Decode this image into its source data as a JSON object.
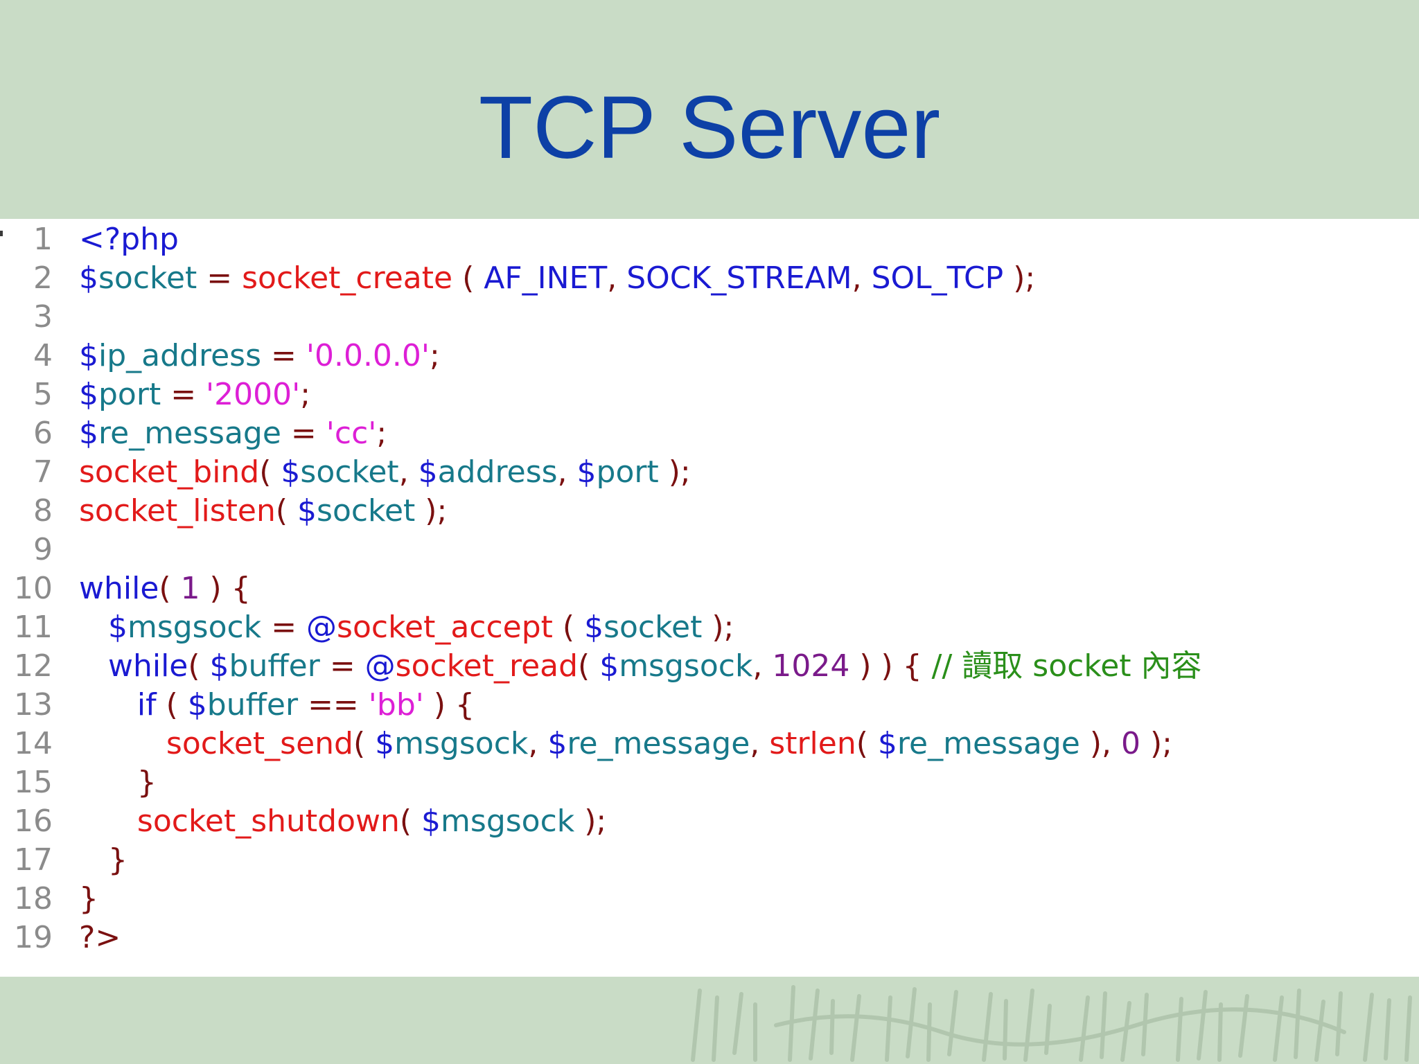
{
  "slide": {
    "title": "TCP Server"
  },
  "code": {
    "language": "php",
    "lines": [
      {
        "n": "1",
        "tokens": [
          {
            "t": "<?php",
            "c": "kw"
          }
        ]
      },
      {
        "n": "2",
        "tokens": [
          {
            "t": "$",
            "c": "kw"
          },
          {
            "t": "socket",
            "c": "varn"
          },
          {
            "t": " = ",
            "c": "pun"
          },
          {
            "t": "socket_create",
            "c": "fn"
          },
          {
            "t": " ( ",
            "c": "pun"
          },
          {
            "t": "AF_INET",
            "c": "kw"
          },
          {
            "t": ", ",
            "c": "pun"
          },
          {
            "t": "SOCK_STREAM",
            "c": "kw"
          },
          {
            "t": ", ",
            "c": "pun"
          },
          {
            "t": "SOL_TCP",
            "c": "kw"
          },
          {
            "t": " );",
            "c": "pun"
          }
        ]
      },
      {
        "n": "3",
        "tokens": []
      },
      {
        "n": "4",
        "tokens": [
          {
            "t": "$",
            "c": "kw"
          },
          {
            "t": "ip_address",
            "c": "varn"
          },
          {
            "t": " = ",
            "c": "pun"
          },
          {
            "t": "'0.0.0.0'",
            "c": "str"
          },
          {
            "t": ";",
            "c": "pun"
          }
        ]
      },
      {
        "n": "5",
        "tokens": [
          {
            "t": "$",
            "c": "kw"
          },
          {
            "t": "port",
            "c": "varn"
          },
          {
            "t": " = ",
            "c": "pun"
          },
          {
            "t": "'2000'",
            "c": "str"
          },
          {
            "t": ";",
            "c": "pun"
          }
        ]
      },
      {
        "n": "6",
        "tokens": [
          {
            "t": "$",
            "c": "kw"
          },
          {
            "t": "re_message",
            "c": "varn"
          },
          {
            "t": " = ",
            "c": "pun"
          },
          {
            "t": "'cc'",
            "c": "str"
          },
          {
            "t": ";",
            "c": "pun"
          }
        ]
      },
      {
        "n": "7",
        "tokens": [
          {
            "t": "socket_bind",
            "c": "fn"
          },
          {
            "t": "( ",
            "c": "pun"
          },
          {
            "t": "$",
            "c": "kw"
          },
          {
            "t": "socket",
            "c": "varn"
          },
          {
            "t": ", ",
            "c": "pun"
          },
          {
            "t": "$",
            "c": "kw"
          },
          {
            "t": "address",
            "c": "varn"
          },
          {
            "t": ", ",
            "c": "pun"
          },
          {
            "t": "$",
            "c": "kw"
          },
          {
            "t": "port",
            "c": "varn"
          },
          {
            "t": " );",
            "c": "pun"
          }
        ]
      },
      {
        "n": "8",
        "tokens": [
          {
            "t": "socket_listen",
            "c": "fn"
          },
          {
            "t": "( ",
            "c": "pun"
          },
          {
            "t": "$",
            "c": "kw"
          },
          {
            "t": "socket",
            "c": "varn"
          },
          {
            "t": " );",
            "c": "pun"
          }
        ]
      },
      {
        "n": "9",
        "tokens": []
      },
      {
        "n": "10",
        "tokens": [
          {
            "t": "while",
            "c": "kw"
          },
          {
            "t": "( ",
            "c": "pun"
          },
          {
            "t": "1",
            "c": "num"
          },
          {
            "t": " ) {",
            "c": "pun"
          }
        ]
      },
      {
        "n": "11",
        "tokens": [
          {
            "t": "   ",
            "c": "pun"
          },
          {
            "t": "$",
            "c": "kw"
          },
          {
            "t": "msgsock",
            "c": "varn"
          },
          {
            "t": " = ",
            "c": "pun"
          },
          {
            "t": "@",
            "c": "kw"
          },
          {
            "t": "socket_accept",
            "c": "fn"
          },
          {
            "t": " ( ",
            "c": "pun"
          },
          {
            "t": "$",
            "c": "kw"
          },
          {
            "t": "socket",
            "c": "varn"
          },
          {
            "t": " );",
            "c": "pun"
          }
        ]
      },
      {
        "n": "12",
        "tokens": [
          {
            "t": "   ",
            "c": "pun"
          },
          {
            "t": "while",
            "c": "kw"
          },
          {
            "t": "( ",
            "c": "pun"
          },
          {
            "t": "$",
            "c": "kw"
          },
          {
            "t": "buffer",
            "c": "varn"
          },
          {
            "t": " = ",
            "c": "pun"
          },
          {
            "t": "@",
            "c": "kw"
          },
          {
            "t": "socket_read",
            "c": "fn"
          },
          {
            "t": "( ",
            "c": "pun"
          },
          {
            "t": "$",
            "c": "kw"
          },
          {
            "t": "msgsock",
            "c": "varn"
          },
          {
            "t": ", ",
            "c": "pun"
          },
          {
            "t": "1024",
            "c": "num"
          },
          {
            "t": " ) ) { ",
            "c": "pun"
          },
          {
            "t": "// 讀取 socket 內容",
            "c": "cmt"
          }
        ]
      },
      {
        "n": "13",
        "tokens": [
          {
            "t": "      ",
            "c": "pun"
          },
          {
            "t": "if",
            "c": "kw"
          },
          {
            "t": " ( ",
            "c": "pun"
          },
          {
            "t": "$",
            "c": "kw"
          },
          {
            "t": "buffer",
            "c": "varn"
          },
          {
            "t": " == ",
            "c": "pun"
          },
          {
            "t": "'bb'",
            "c": "str"
          },
          {
            "t": " ) {",
            "c": "pun"
          }
        ]
      },
      {
        "n": "14",
        "tokens": [
          {
            "t": "         ",
            "c": "pun"
          },
          {
            "t": "socket_send",
            "c": "fn"
          },
          {
            "t": "( ",
            "c": "pun"
          },
          {
            "t": "$",
            "c": "kw"
          },
          {
            "t": "msgsock",
            "c": "varn"
          },
          {
            "t": ", ",
            "c": "pun"
          },
          {
            "t": "$",
            "c": "kw"
          },
          {
            "t": "re_message",
            "c": "varn"
          },
          {
            "t": ", ",
            "c": "pun"
          },
          {
            "t": "strlen",
            "c": "fn"
          },
          {
            "t": "( ",
            "c": "pun"
          },
          {
            "t": "$",
            "c": "kw"
          },
          {
            "t": "re_message",
            "c": "varn"
          },
          {
            "t": " ), ",
            "c": "pun"
          },
          {
            "t": "0",
            "c": "num"
          },
          {
            "t": " );",
            "c": "pun"
          }
        ]
      },
      {
        "n": "15",
        "tokens": [
          {
            "t": "      }",
            "c": "pun"
          }
        ]
      },
      {
        "n": "16",
        "tokens": [
          {
            "t": "      ",
            "c": "pun"
          },
          {
            "t": "socket_shutdown",
            "c": "fn"
          },
          {
            "t": "( ",
            "c": "pun"
          },
          {
            "t": "$",
            "c": "kw"
          },
          {
            "t": "msgsock",
            "c": "varn"
          },
          {
            "t": " );",
            "c": "pun"
          }
        ]
      },
      {
        "n": "17",
        "tokens": [
          {
            "t": "   }",
            "c": "pun"
          }
        ]
      },
      {
        "n": "18",
        "tokens": [
          {
            "t": "}",
            "c": "pun"
          }
        ]
      },
      {
        "n": "19",
        "tokens": [
          {
            "t": "?>",
            "c": "pun"
          }
        ]
      }
    ]
  },
  "colors": {
    "background": "#c9dcc6",
    "title": "#0d40a6",
    "panel": "#ffffff",
    "keyword": "#1a1ad2",
    "variable": "#17798a",
    "function": "#e21a1a",
    "string": "#dd1fd6",
    "number": "#7a1a8a",
    "punctuation": "#7a1010",
    "comment": "#2a8f1a"
  },
  "decor": {
    "footer_texture": "faded-calligraphy-watermark"
  }
}
